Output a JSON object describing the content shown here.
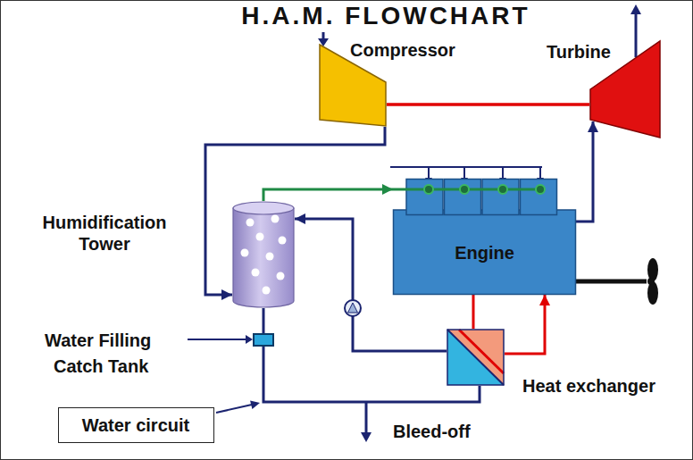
{
  "diagram": {
    "title": "H.A.M. FLOWCHART",
    "nodes": [
      {
        "text": [
          "Compressor"
        ]
      },
      {
        "text": [
          "Turbine"
        ]
      },
      {
        "text": [
          "Humidification Tower"
        ]
      },
      {
        "text": [
          "Engine"
        ]
      },
      {
        "text": [
          "Heat exchanger"
        ]
      },
      {
        "text": [
          "Catch Tank"
        ]
      },
      {
        "text": [
          "Water circuit"
        ]
      }
    ],
    "edges": [
      {
        "from": 0,
        "to": 2,
        "arrow": "to"
      },
      {
        "from": 0,
        "to": 1,
        "arrow": "none"
      },
      {
        "from": 2,
        "to": 3,
        "arrow": "to"
      },
      {
        "from": 3,
        "to": 1,
        "arrow": "to"
      },
      {
        "from": 3,
        "to": 4,
        "arrow": "none"
      },
      {
        "from": 4,
        "to": 3,
        "arrow": "to"
      },
      {
        "from": 4,
        "to": 2,
        "arrow": "to"
      },
      {
        "from": 2,
        "to": 5,
        "arrow": "none"
      },
      {
        "from": 5,
        "to": 4,
        "arrow": "none"
      }
    ],
    "labels": [
      "Water Filling",
      "Bleed-off"
    ]
  }
}
